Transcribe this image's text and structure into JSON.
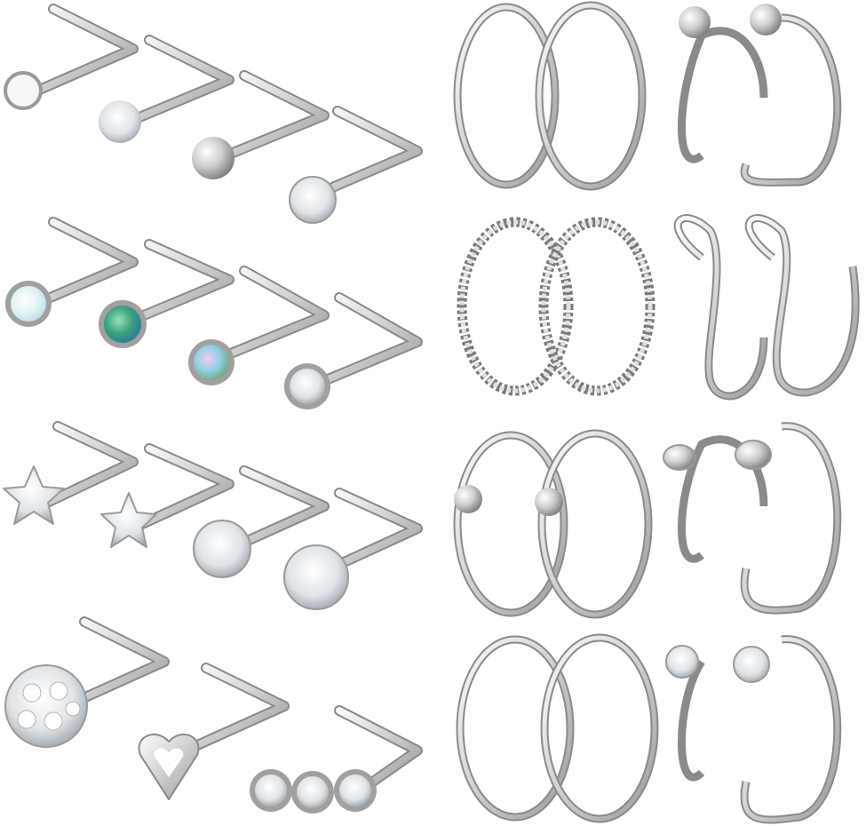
{
  "colors": {
    "background": "#ffffff",
    "steel_light": "#f2f2f2",
    "steel_mid": "#c9c9c9",
    "steel_dark": "#8a8a8a",
    "steel_edge": "#6e6e6e",
    "crystal": "#e9eef2",
    "opal_white": "#eaf3f6",
    "opal_green": "#4fb38a",
    "opal_aurora": "#8fd0e6"
  },
  "studs": [
    {
      "name": "flat-disc-stud",
      "icon": "flat-disc-icon"
    },
    {
      "name": "sparkle-ball-stud",
      "icon": "sparkle-ball-icon"
    },
    {
      "name": "steel-ball-stud",
      "icon": "ball-icon"
    },
    {
      "name": "small-crystal-stud",
      "icon": "crystal-icon"
    },
    {
      "name": "white-opal-stud",
      "icon": "opal-icon"
    },
    {
      "name": "green-opal-stud",
      "icon": "opal-icon"
    },
    {
      "name": "aurora-crystal-stud",
      "icon": "crystal-icon"
    },
    {
      "name": "clear-bezel-stud",
      "icon": "crystal-icon"
    },
    {
      "name": "star-crystal-stud",
      "icon": "star-icon"
    },
    {
      "name": "star-crystal-small-stud",
      "icon": "star-icon"
    },
    {
      "name": "round-crystal-stud",
      "icon": "crystal-icon"
    },
    {
      "name": "large-crystal-stud",
      "icon": "crystal-icon"
    },
    {
      "name": "disco-ball-stud",
      "icon": "disco-ball-icon"
    },
    {
      "name": "heart-stud",
      "icon": "heart-icon"
    },
    {
      "name": "triple-crystal-stud",
      "icon": "crystal-icon"
    }
  ],
  "rings": [
    {
      "name": "plain-hoop-pair",
      "icon": "hoop-icon"
    },
    {
      "name": "ball-end-hoop-pair",
      "icon": "hoop-icon"
    },
    {
      "name": "twisted-hoop-pair",
      "icon": "twisted-hoop-icon"
    },
    {
      "name": "spiral-hoop-pair",
      "icon": "spiral-icon"
    },
    {
      "name": "captive-bead-hoop-pair",
      "icon": "hoop-icon"
    },
    {
      "name": "flat-end-hoop-pair",
      "icon": "hoop-icon"
    },
    {
      "name": "seamless-hoop-pair",
      "icon": "hoop-icon"
    },
    {
      "name": "crystal-end-hoop-pair",
      "icon": "hoop-icon"
    }
  ]
}
